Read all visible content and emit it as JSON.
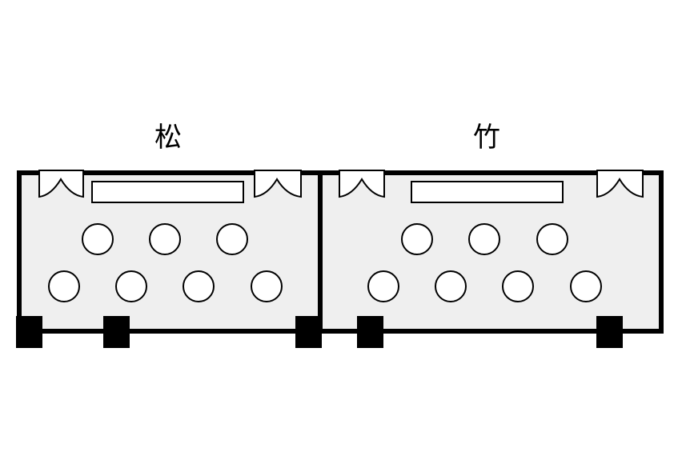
{
  "rooms": [
    {
      "name": "松",
      "table_count": 7,
      "floor_color": "#efefef"
    },
    {
      "name": "竹",
      "table_count": 7,
      "floor_color": "#efefef"
    }
  ],
  "colors": {
    "wall": "#000000",
    "floor": "#efefef",
    "table": "#ffffff",
    "background": "#ffffff"
  }
}
